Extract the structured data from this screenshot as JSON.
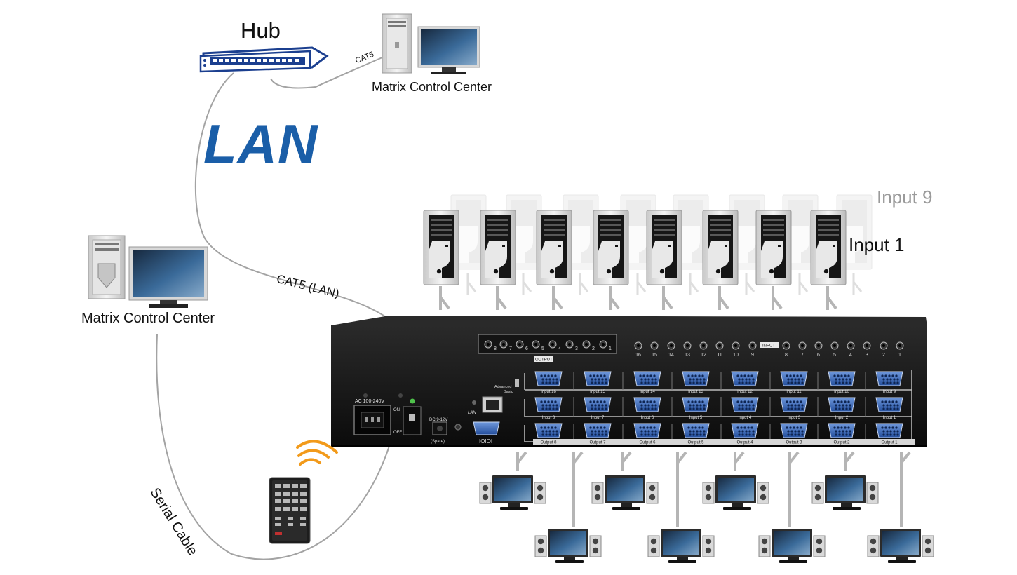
{
  "labels": {
    "hub": "Hub",
    "mcc_top": "Matrix Control Center",
    "mcc_left": "Matrix Control Center",
    "lan": "LAN",
    "cat5_lan": "CAT5 (LAN)",
    "cat5": "CAT5",
    "serial_cable": "Serial Cable",
    "input9": "Input 9",
    "input1": "Input 1"
  },
  "device": {
    "ac_label": "AC 100-240V",
    "on": "ON",
    "off": "OFF",
    "dc_label": "DC 9-12V",
    "spare": "(Spare)",
    "rs232": "IOIOI",
    "lan_port": "LAN",
    "mode_advanced": "Advanced",
    "mode_basic": "Basic",
    "audio_output_label": "OUTPUT",
    "audio_input_label": "INPUT",
    "audio_out_nums": [
      "8",
      "7",
      "6",
      "5",
      "4",
      "3",
      "2",
      "1"
    ],
    "audio_in_nums": [
      "16",
      "15",
      "14",
      "13",
      "12",
      "11",
      "10",
      "9",
      "8",
      "7",
      "6",
      "5",
      "4",
      "3",
      "2",
      "1"
    ],
    "input_row1": [
      "Input 16",
      "Input 15",
      "Input 14",
      "Input 13",
      "Input 12",
      "Input 11",
      "Input 10",
      "Input 9"
    ],
    "input_row2": [
      "Input 8",
      "Input 7",
      "Input 6",
      "Input 5",
      "Input 4",
      "Input 3",
      "Input 2",
      "Input 1"
    ],
    "output_row": [
      "Output 8",
      "Output 7",
      "Output 6",
      "Output 5",
      "Output 4",
      "Output 3",
      "Output 2",
      "Output 1"
    ]
  },
  "colors": {
    "lan_blue": "#1a5ea8",
    "hub_blue": "#1b3f8f",
    "chassis": "#141414",
    "vga_blue": "#2f62b8",
    "signal_orange": "#f29a1a",
    "cable_gray": "#9c9c9c"
  }
}
